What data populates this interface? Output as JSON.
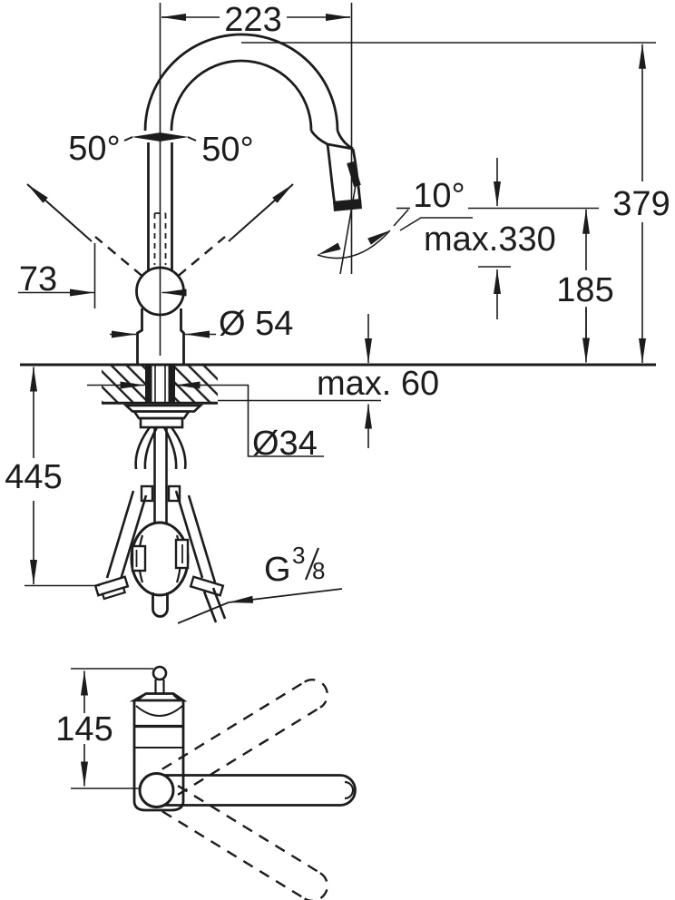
{
  "drawing": {
    "type": "technical-dimension-drawing",
    "subject": "kitchen-faucet-side-view-and-top-view",
    "stroke_color": "#1c1c1c",
    "dims": {
      "spout_reach": "223",
      "swivel_left": "50°",
      "swivel_right": "50°",
      "head_angle": "10°",
      "pullout_max": "max.330",
      "total_height": "379",
      "outlet_height": "185",
      "lever_offset": "73",
      "base_diameter": "Ø 54",
      "deck_thickness_max": "max. 60",
      "shank_diameter": "Ø34",
      "hose_length_below": "445",
      "thread_letter": "G",
      "thread_numerator": "3",
      "thread_denominator": "8",
      "top_view_depth": "145"
    }
  }
}
